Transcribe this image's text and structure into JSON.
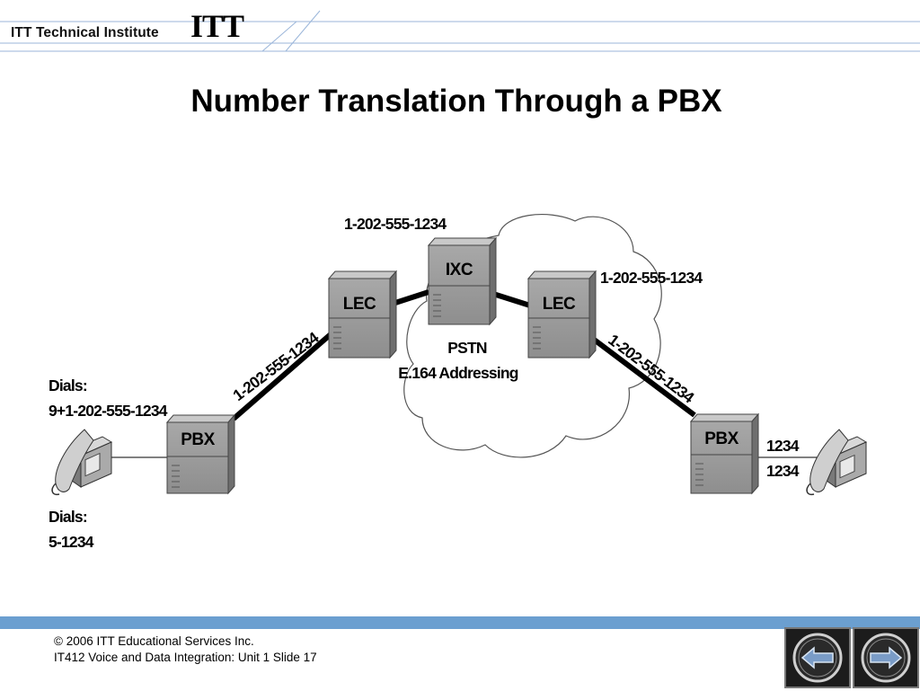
{
  "header": {
    "org_name": "ITT Technical Institute",
    "logo_text": "ITT"
  },
  "slide": {
    "title": "Number Translation Through a PBX"
  },
  "diagram": {
    "nodes": {
      "left_pbx": "PBX",
      "left_lec": "LEC",
      "ixc": "IXC",
      "right_lec": "LEC",
      "right_pbx": "PBX"
    },
    "cloud": {
      "line1": "PSTN",
      "line2": "E.164 Addressing"
    },
    "labels": {
      "ixc_number": "1-202-555-1234",
      "right_lec_number": "1-202-555-1234",
      "left_link_number": "1-202-555-1234",
      "right_link_number": "1-202-555-1234",
      "dials_top_label": "Dials:",
      "dials_top_value": "9+1-202-555-1234",
      "dials_bottom_label": "Dials:",
      "dials_bottom_value": "5-1234",
      "right_ext_1": "1234",
      "right_ext_2": "1234"
    }
  },
  "footer": {
    "copyright": "© 2006 ITT Educational Services Inc.",
    "course": "IT412 Voice and Data Integration: Unit 1 Slide 17"
  },
  "nav": {
    "back_icon": "arrow-left-icon",
    "forward_icon": "arrow-right-icon"
  },
  "colors": {
    "footer_bar": "#6b9fd0",
    "device_gray": "#9a9a9a",
    "header_line": "#8fb0d8"
  }
}
